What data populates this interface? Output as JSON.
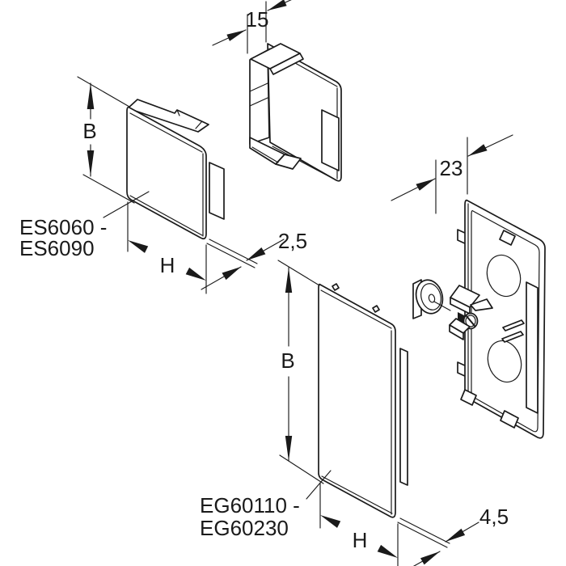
{
  "diagram": {
    "title_present": false,
    "colors": {
      "line": "#1a1a1a",
      "background": "#ffffff"
    },
    "dimensions": {
      "cap_depth": "15",
      "cap_height": "B",
      "cap_width": "H",
      "cap_thickness": "2,5",
      "plate_depth": "23",
      "panel_height": "B",
      "panel_width": "H",
      "panel_thickness": "4,5"
    },
    "labels": {
      "cap_range": {
        "line1": "ES6060 -",
        "line2": "ES6090"
      },
      "panel_range": {
        "line1": "EG60110 -",
        "line2": "EG60230"
      }
    }
  }
}
